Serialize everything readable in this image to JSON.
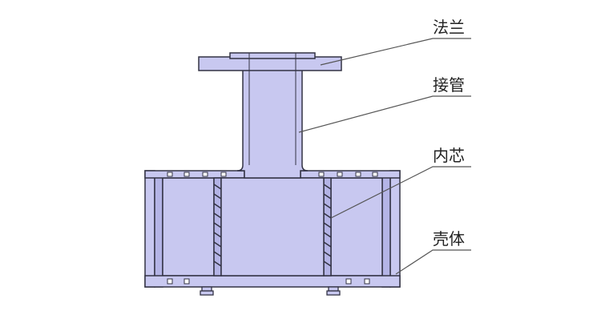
{
  "labels": {
    "flange": "法兰",
    "pipe": "接管",
    "core": "内芯",
    "shell": "壳体"
  },
  "colors": {
    "fill": "#c8c8f0",
    "fill_dark": "#b4b4e6",
    "stroke": "#333344",
    "leader": "#555555",
    "background": "#ffffff"
  }
}
